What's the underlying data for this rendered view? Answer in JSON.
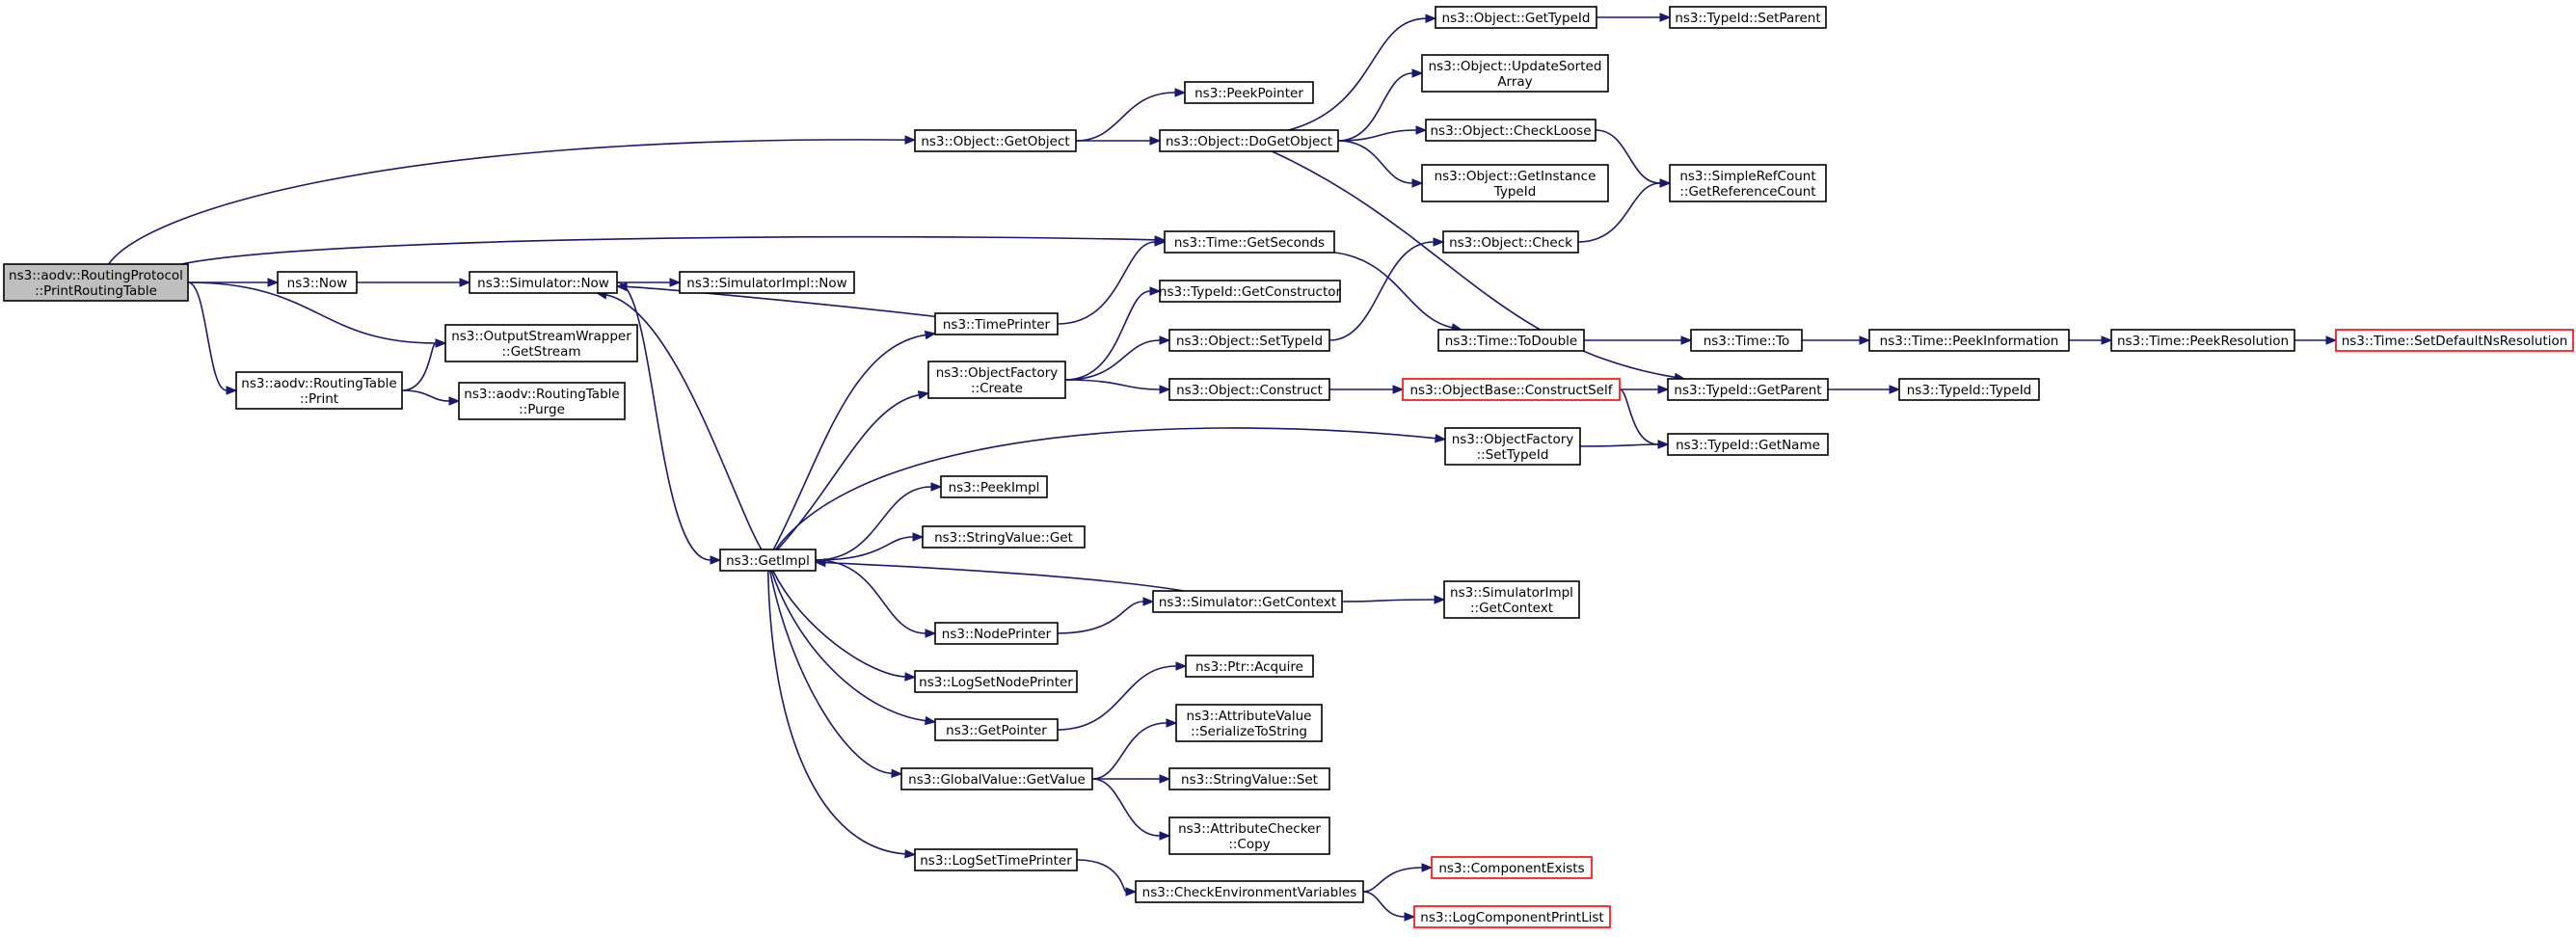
{
  "diagram": {
    "colors": {
      "edge": "#191970",
      "node_border": "#000000",
      "node_border_truncated": "#ff0000",
      "root_fill": "#bfbfbf",
      "node_fill": "#ffffff"
    },
    "nodes": [
      {
        "id": "root",
        "lines": [
          "ns3::aodv::RoutingProtocol",
          "::PrintRoutingTable"
        ],
        "style": "root"
      },
      {
        "id": "now",
        "lines": [
          "ns3::Now"
        ],
        "style": "normal"
      },
      {
        "id": "rtprint",
        "lines": [
          "ns3::aodv::RoutingTable",
          "::Print"
        ],
        "style": "normal"
      },
      {
        "id": "getobject",
        "lines": [
          "ns3::Object::GetObject"
        ],
        "style": "normal"
      },
      {
        "id": "getseconds",
        "lines": [
          "ns3::Time::GetSeconds"
        ],
        "style": "normal"
      },
      {
        "id": "simnow",
        "lines": [
          "ns3::Simulator::Now"
        ],
        "style": "normal"
      },
      {
        "id": "osw",
        "lines": [
          "ns3::OutputStreamWrapper",
          "::GetStream"
        ],
        "style": "normal"
      },
      {
        "id": "purge",
        "lines": [
          "ns3::aodv::RoutingTable",
          "::Purge"
        ],
        "style": "normal"
      },
      {
        "id": "simimplnow",
        "lines": [
          "ns3::SimulatorImpl::Now"
        ],
        "style": "normal"
      },
      {
        "id": "getimpl",
        "lines": [
          "ns3::GetImpl"
        ],
        "style": "normal"
      },
      {
        "id": "timeprinter",
        "lines": [
          "ns3::TimePrinter"
        ],
        "style": "normal"
      },
      {
        "id": "ofcreate",
        "lines": [
          "ns3::ObjectFactory",
          "::Create"
        ],
        "style": "normal"
      },
      {
        "id": "peekimpl",
        "lines": [
          "ns3::PeekImpl"
        ],
        "style": "normal"
      },
      {
        "id": "svget",
        "lines": [
          "ns3::StringValue::Get"
        ],
        "style": "normal"
      },
      {
        "id": "nodeprinter",
        "lines": [
          "ns3::NodePrinter"
        ],
        "style": "normal"
      },
      {
        "id": "logsetnode",
        "lines": [
          "ns3::LogSetNodePrinter"
        ],
        "style": "normal"
      },
      {
        "id": "getpointer",
        "lines": [
          "ns3::GetPointer"
        ],
        "style": "normal"
      },
      {
        "id": "gvgetvalue",
        "lines": [
          "ns3::GlobalValue::GetValue"
        ],
        "style": "normal"
      },
      {
        "id": "logsettime",
        "lines": [
          "ns3::LogSetTimePrinter"
        ],
        "style": "normal"
      },
      {
        "id": "peekpointer",
        "lines": [
          "ns3::PeekPointer"
        ],
        "style": "normal"
      },
      {
        "id": "dogetobject",
        "lines": [
          "ns3::Object::DoGetObject"
        ],
        "style": "normal"
      },
      {
        "id": "tidgetctor",
        "lines": [
          "ns3::TypeId::GetConstructor"
        ],
        "style": "normal"
      },
      {
        "id": "objsettypeid",
        "lines": [
          "ns3::Object::SetTypeId"
        ],
        "style": "normal"
      },
      {
        "id": "objconstruct",
        "lines": [
          "ns3::Object::Construct"
        ],
        "style": "normal"
      },
      {
        "id": "simgetctx",
        "lines": [
          "ns3::Simulator::GetContext"
        ],
        "style": "normal"
      },
      {
        "id": "ptracquire",
        "lines": [
          "ns3::Ptr::Acquire"
        ],
        "style": "normal"
      },
      {
        "id": "avser",
        "lines": [
          "ns3::AttributeValue",
          "::SerializeToString"
        ],
        "style": "normal"
      },
      {
        "id": "svset",
        "lines": [
          "ns3::StringValue::Set"
        ],
        "style": "normal"
      },
      {
        "id": "accopy",
        "lines": [
          "ns3::AttributeChecker",
          "::Copy"
        ],
        "style": "normal"
      },
      {
        "id": "checkenv",
        "lines": [
          "ns3::CheckEnvironmentVariables"
        ],
        "style": "normal"
      },
      {
        "id": "objgettypeid",
        "lines": [
          "ns3::Object::GetTypeId"
        ],
        "style": "normal"
      },
      {
        "id": "updsorted",
        "lines": [
          "ns3::Object::UpdateSorted",
          "Array"
        ],
        "style": "normal"
      },
      {
        "id": "checkloose",
        "lines": [
          "ns3::Object::CheckLoose"
        ],
        "style": "normal"
      },
      {
        "id": "getinsttid",
        "lines": [
          "ns3::Object::GetInstance",
          "TypeId"
        ],
        "style": "normal"
      },
      {
        "id": "objcheck",
        "lines": [
          "ns3::Object::Check"
        ],
        "style": "normal"
      },
      {
        "id": "todouble",
        "lines": [
          "ns3::Time::ToDouble"
        ],
        "style": "normal"
      },
      {
        "id": "obconstructself",
        "lines": [
          "ns3::ObjectBase::ConstructSelf"
        ],
        "style": "truncated"
      },
      {
        "id": "ofsettypeid",
        "lines": [
          "ns3::ObjectFactory",
          "::SetTypeId"
        ],
        "style": "normal"
      },
      {
        "id": "simimplgetctx",
        "lines": [
          "ns3::SimulatorImpl",
          "::GetContext"
        ],
        "style": "normal"
      },
      {
        "id": "compexists",
        "lines": [
          "ns3::ComponentExists"
        ],
        "style": "truncated"
      },
      {
        "id": "logcompprint",
        "lines": [
          "ns3::LogComponentPrintList"
        ],
        "style": "truncated"
      },
      {
        "id": "tidsetparent",
        "lines": [
          "ns3::TypeId::SetParent"
        ],
        "style": "normal"
      },
      {
        "id": "srcgetrefcount",
        "lines": [
          "ns3::SimpleRefCount",
          "::GetReferenceCount"
        ],
        "style": "normal"
      },
      {
        "id": "timeto",
        "lines": [
          "ns3::Time::To"
        ],
        "style": "normal"
      },
      {
        "id": "tidgetparent",
        "lines": [
          "ns3::TypeId::GetParent"
        ],
        "style": "normal"
      },
      {
        "id": "tidgetname",
        "lines": [
          "ns3::TypeId::GetName"
        ],
        "style": "normal"
      },
      {
        "id": "peekinfo",
        "lines": [
          "ns3::Time::PeekInformation"
        ],
        "style": "normal"
      },
      {
        "id": "tidtypeid",
        "lines": [
          "ns3::TypeId::TypeId"
        ],
        "style": "normal"
      },
      {
        "id": "peekres",
        "lines": [
          "ns3::Time::PeekResolution"
        ],
        "style": "normal"
      },
      {
        "id": "setdefaultres",
        "lines": [
          "ns3::Time::SetDefaultNsResolution"
        ],
        "style": "truncated"
      }
    ],
    "edges": [
      [
        "root",
        "getobject"
      ],
      [
        "root",
        "getseconds"
      ],
      [
        "root",
        "now"
      ],
      [
        "root",
        "osw"
      ],
      [
        "root",
        "rtprint"
      ],
      [
        "now",
        "simnow"
      ],
      [
        "rtprint",
        "osw"
      ],
      [
        "rtprint",
        "purge"
      ],
      [
        "getobject",
        "dogetobject"
      ],
      [
        "getobject",
        "peekpointer"
      ],
      [
        "simnow",
        "simimplnow"
      ],
      [
        "simnow",
        "getimpl"
      ],
      [
        "getimpl",
        "simnow"
      ],
      [
        "getimpl",
        "timeprinter"
      ],
      [
        "getimpl",
        "ofcreate"
      ],
      [
        "getimpl",
        "ofsettypeid"
      ],
      [
        "getimpl",
        "peekimpl"
      ],
      [
        "getimpl",
        "svget"
      ],
      [
        "getimpl",
        "nodeprinter"
      ],
      [
        "getimpl",
        "logsetnode"
      ],
      [
        "getimpl",
        "getpointer"
      ],
      [
        "getimpl",
        "gvgetvalue"
      ],
      [
        "getimpl",
        "logsettime"
      ],
      [
        "timeprinter",
        "getseconds"
      ],
      [
        "timeprinter",
        "simnow"
      ],
      [
        "ofcreate",
        "tidgetctor"
      ],
      [
        "ofcreate",
        "objsettypeid"
      ],
      [
        "ofcreate",
        "objconstruct"
      ],
      [
        "nodeprinter",
        "simgetctx"
      ],
      [
        "getpointer",
        "ptracquire"
      ],
      [
        "gvgetvalue",
        "avser"
      ],
      [
        "gvgetvalue",
        "svset"
      ],
      [
        "gvgetvalue",
        "accopy"
      ],
      [
        "logsettime",
        "checkenv"
      ],
      [
        "dogetobject",
        "objgettypeid"
      ],
      [
        "dogetobject",
        "updsorted"
      ],
      [
        "dogetobject",
        "checkloose"
      ],
      [
        "dogetobject",
        "getinsttid"
      ],
      [
        "dogetobject",
        "tidgetparent"
      ],
      [
        "getseconds",
        "todouble"
      ],
      [
        "objsettypeid",
        "objcheck"
      ],
      [
        "objconstruct",
        "obconstructself"
      ],
      [
        "simgetctx",
        "getimpl"
      ],
      [
        "simgetctx",
        "simimplgetctx"
      ],
      [
        "checkenv",
        "compexists"
      ],
      [
        "checkenv",
        "logcompprint"
      ],
      [
        "objgettypeid",
        "tidsetparent"
      ],
      [
        "checkloose",
        "srcgetrefcount"
      ],
      [
        "objcheck",
        "srcgetrefcount"
      ],
      [
        "todouble",
        "timeto"
      ],
      [
        "obconstructself",
        "tidgetparent"
      ],
      [
        "obconstructself",
        "tidgetname"
      ],
      [
        "ofsettypeid",
        "tidgetname"
      ],
      [
        "timeto",
        "peekinfo"
      ],
      [
        "tidgetparent",
        "tidtypeid"
      ],
      [
        "peekinfo",
        "peekres"
      ],
      [
        "peekres",
        "setdefaultres"
      ]
    ]
  }
}
